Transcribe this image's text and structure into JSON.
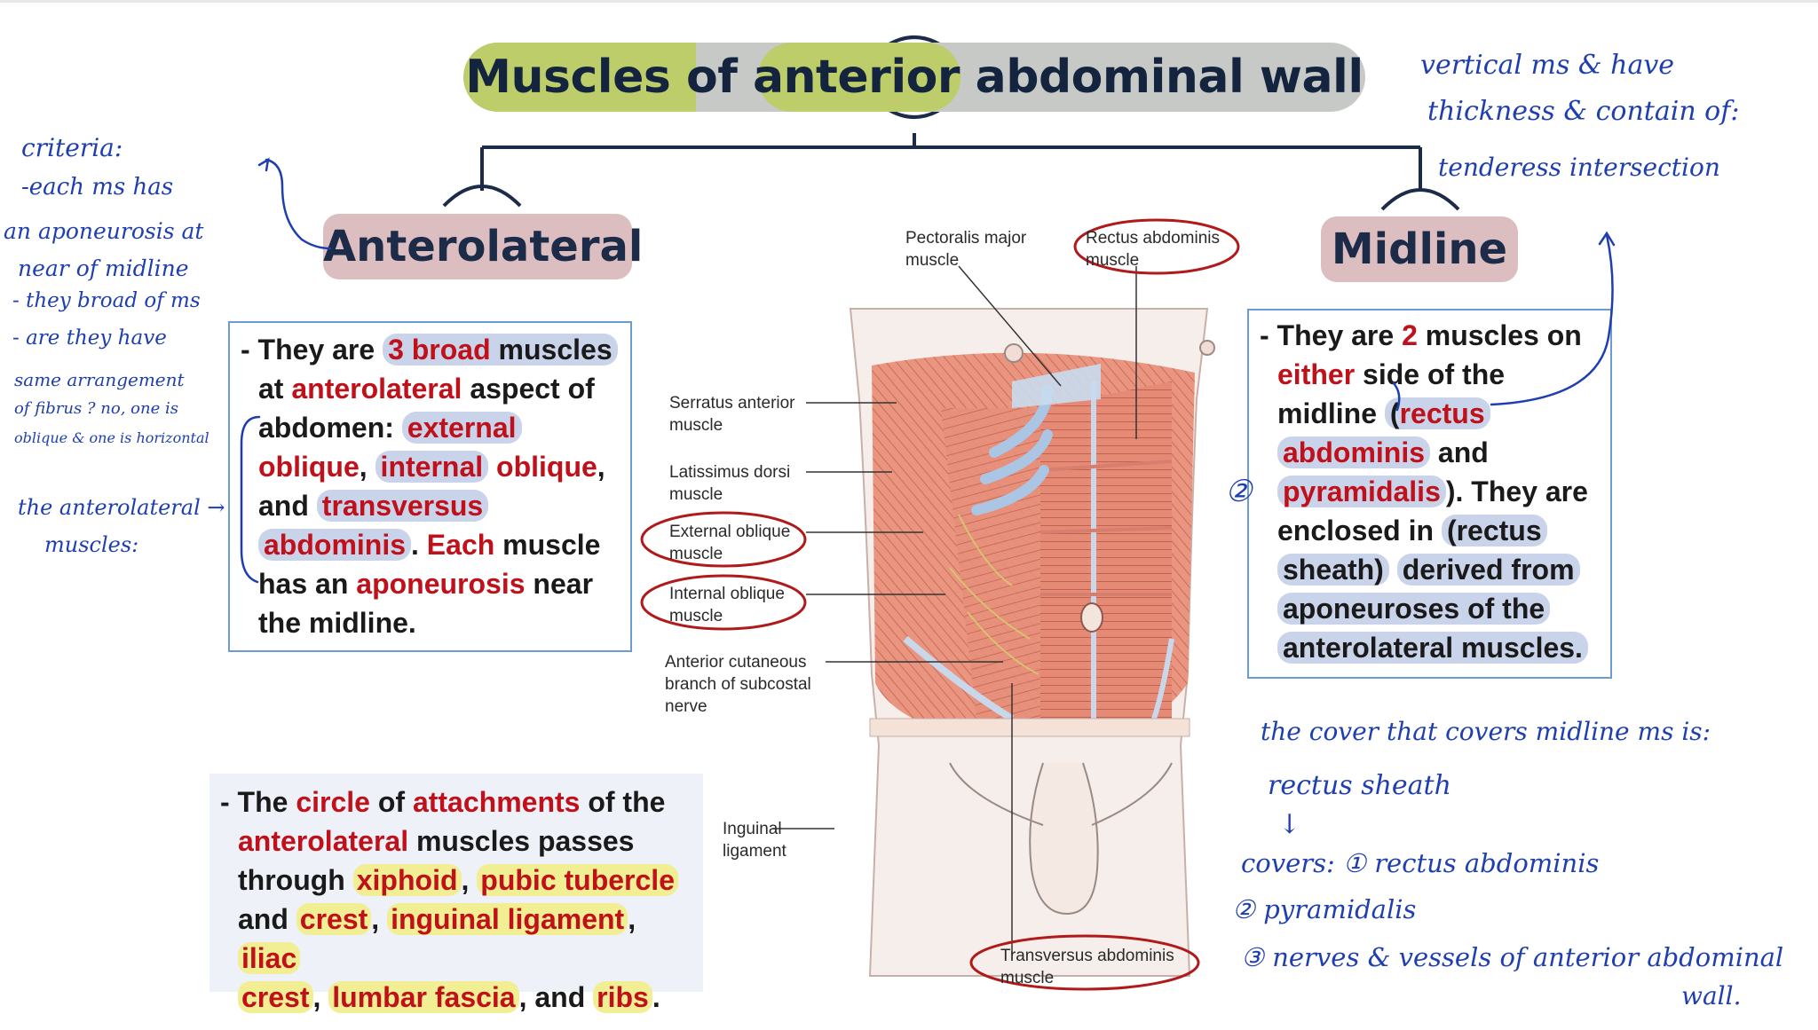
{
  "title": {
    "part1": "Muscles",
    "part2": "of",
    "part3": "anterior",
    "part4": "abdominal wall"
  },
  "headings": {
    "left": "Anterolateral",
    "right": "Midline"
  },
  "left_box": {
    "l1_a": "- They are",
    "l1_b": "3 broad",
    "l1_c": "muscles",
    "l2_a": "at",
    "l2_b": "anterolateral",
    "l2_c": "aspect of",
    "l3_a": "abdomen:",
    "l3_b": "external",
    "l4_a": "oblique",
    "l4_b": ",",
    "l4_c": "internal",
    "l4_d": "oblique",
    "l4_e": ",",
    "l5_a": "and",
    "l5_b": "transversus",
    "l6_a": "abdominis",
    "l6_b": ".",
    "l6_c": "Each",
    "l6_d": "muscle",
    "l7_a": "has an",
    "l7_b": "aponeurosis",
    "l7_c": "near",
    "l8": "the midline."
  },
  "right_box": {
    "l1_a": "- They are",
    "l1_b": "2",
    "l1_c": "muscles on",
    "l2_a": "either",
    "l2_b": "side of the",
    "l3_a": "midline",
    "l3_b": "(",
    "l3_c": "rectus",
    "l4_a": "abdominis",
    "l4_b": "and",
    "l5_a": "pyramidalis",
    "l5_b": "). They are",
    "l6_a": "enclosed in",
    "l6_b": "(rectus",
    "l7_a": "sheath)",
    "l7_b": "derived from",
    "l8": "aponeuroses of the",
    "l9": "anterolateral muscles."
  },
  "bottom_box": {
    "l1_a": "- The",
    "l1_b": "circle",
    "l1_c": "of",
    "l1_d": "attachments",
    "l1_e": "of the",
    "l2_a": "anterolateral",
    "l2_b": "muscles passes",
    "l3_a": "through",
    "l3_b": "xiphoid",
    "l3_c": ",",
    "l3_d": "pubic tubercle",
    "l4_a": "and",
    "l4_b": "crest",
    "l4_c": ",",
    "l4_d": "inguinal ligament",
    "l4_e": ",",
    "l4_f": "iliac",
    "l5_a": "crest",
    "l5_b": ",",
    "l5_c": "lumbar fascia",
    "l5_d": ", and",
    "l5_e": "ribs",
    "l5_f": "."
  },
  "figure_labels": {
    "pectoralis_1": "Pectoralis major",
    "pectoralis_2": "muscle",
    "rectus_1": "Rectus abdominis",
    "rectus_2": "muscle",
    "serratus_1": "Serratus anterior",
    "serratus_2": "muscle",
    "latissimus_1": "Latissimus dorsi",
    "latissimus_2": "muscle",
    "external_1": "External oblique",
    "external_2": "muscle",
    "internal_1": "Internal oblique",
    "internal_2": "muscle",
    "cutaneous_1": "Anterior cutaneous",
    "cutaneous_2": "branch of subcostal",
    "cutaneous_3": "nerve",
    "inguinal_1": "Inguinal",
    "inguinal_2": "ligament",
    "transversus_1": "Transversus abdominis",
    "transversus_2": "muscle"
  },
  "handwritten": {
    "criteria": "criteria:",
    "c1": "-each ms has",
    "c2": "an aponeurosis at",
    "c3": "near of midline",
    "c4": "- they broad of ms",
    "c5": "- are they have",
    "c6": "same arrangement",
    "c7": "of fibrus ? no, one is",
    "c8": "oblique & one is horizontal",
    "al1": "the anterolateral →",
    "al2": "muscles:",
    "v1": "vertical ms & have",
    "v2": "thickness & contain of:",
    "v3": "tenderess intersection",
    "cover1": "the cover that covers midline ms is:",
    "cover2": "rectus sheath",
    "cov_arrow": "↓",
    "cov1": "covers: ① rectus abdominis",
    "cov2": "② pyramidalis",
    "cov3": "③ nerves & vessels of anterior abdominal",
    "cov4": "wall.",
    "circle2": "②"
  },
  "colors": {
    "title_bg": "#c6c9c6",
    "title_highlight": "#bccd6a",
    "heading_bg": "#dcbec0",
    "box_border": "#6b9bd2",
    "red_text": "#c0101a",
    "blue_highlight": "#c9d3ea",
    "yellow_highlight": "#f1ee93",
    "handwriting": "#1f3fb0",
    "circle_annotation": "#b01a1a"
  }
}
